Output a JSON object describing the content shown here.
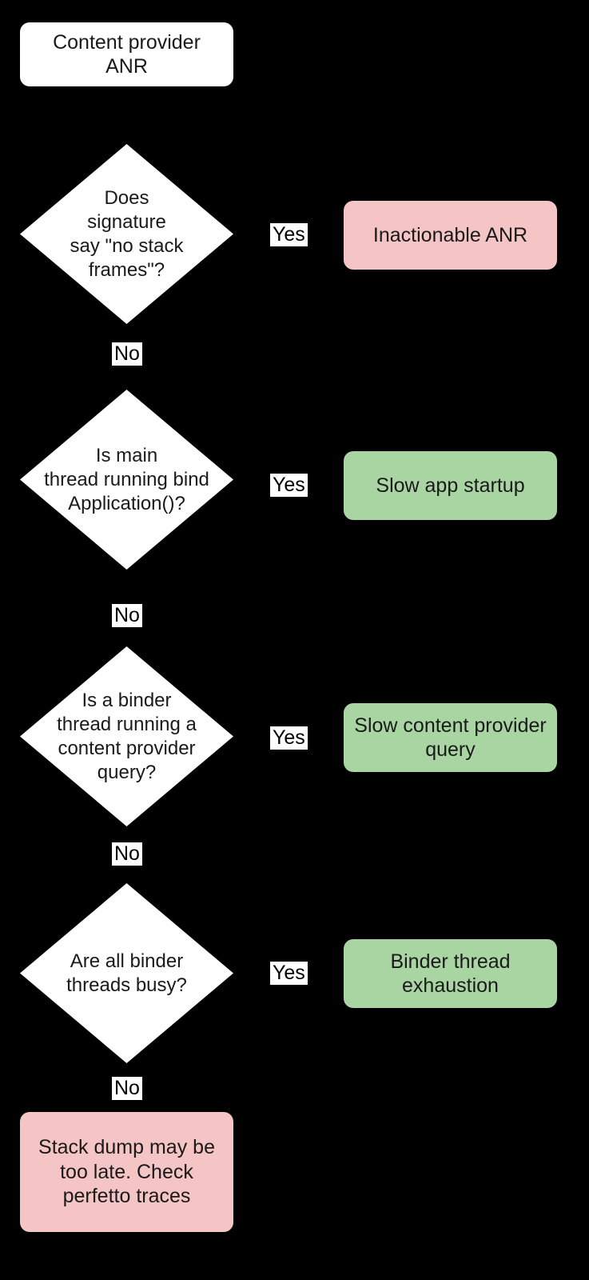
{
  "colors": {
    "background": "#000000",
    "node_fill": "#ffffff",
    "bad_fill": "#f5c5c5",
    "good_fill": "#a8d5a2",
    "text": "#1a1a1a"
  },
  "flow": {
    "start": {
      "label": "Content provider\nANR"
    },
    "decisions": [
      {
        "question": "Does\nsignature\nsay \"no stack\nframes\"?",
        "yes_label": "Yes",
        "no_label": "No",
        "outcome": {
          "label": "Inactionable ANR",
          "type": "bad"
        }
      },
      {
        "question": "Is main\nthread running bind\nApplication()?",
        "yes_label": "Yes",
        "no_label": "No",
        "outcome": {
          "label": "Slow app startup",
          "type": "good"
        }
      },
      {
        "question": "Is a binder\nthread running a\ncontent provider\nquery?",
        "yes_label": "Yes",
        "no_label": "No",
        "outcome": {
          "label": "Slow content provider\nquery",
          "type": "good"
        }
      },
      {
        "question": "Are all binder\nthreads busy?",
        "yes_label": "Yes",
        "no_label": "No",
        "outcome": {
          "label": "Binder thread\nexhaustion",
          "type": "good"
        }
      }
    ],
    "end": {
      "label": "Stack dump may be\ntoo late. Check\nperfetto traces"
    }
  }
}
